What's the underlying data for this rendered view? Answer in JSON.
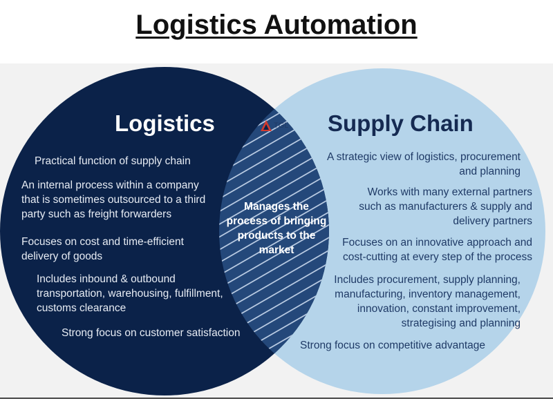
{
  "title": "Logistics Automation",
  "colors": {
    "left_circle": "#0b2249",
    "right_circle": "#b5d4ea",
    "overlap_stripes": "#c9d9ee",
    "logo_red": "#d23a2e"
  },
  "logo": {
    "icon": "tgl-triangle-icon",
    "text": "TGL"
  },
  "left": {
    "heading": "Logistics",
    "items": [
      [
        "Practical function of supply chain"
      ],
      [
        "An internal process within a company",
        "that is sometimes outsourced to a third",
        "party such as freight forwarders"
      ],
      [
        "Focuses on cost and time-efficient",
        "delivery of goods"
      ],
      [
        "Includes inbound & outbound",
        "transportation, warehousing, fulfillment,",
        "customs clearance"
      ],
      [
        "Strong focus on customer satisfaction"
      ]
    ]
  },
  "right": {
    "heading": "Supply Chain",
    "items": [
      [
        "A strategic view of logistics, procurement",
        "and planning"
      ],
      [
        "Works with many external partners",
        "such as manufacturers  & supply and",
        "delivery partners"
      ],
      [
        "Focuses on an innovative approach and",
        "cost-cutting at every step of the process"
      ],
      [
        "Includes procurement, supply planning,",
        "manufacturing, inventory management,",
        "innovation, constant improvement,",
        "strategising and planning"
      ],
      [
        "Strong focus on competitive advantage"
      ]
    ]
  },
  "overlap": [
    "Manages the",
    "process of bringing",
    "products to the",
    "market"
  ]
}
